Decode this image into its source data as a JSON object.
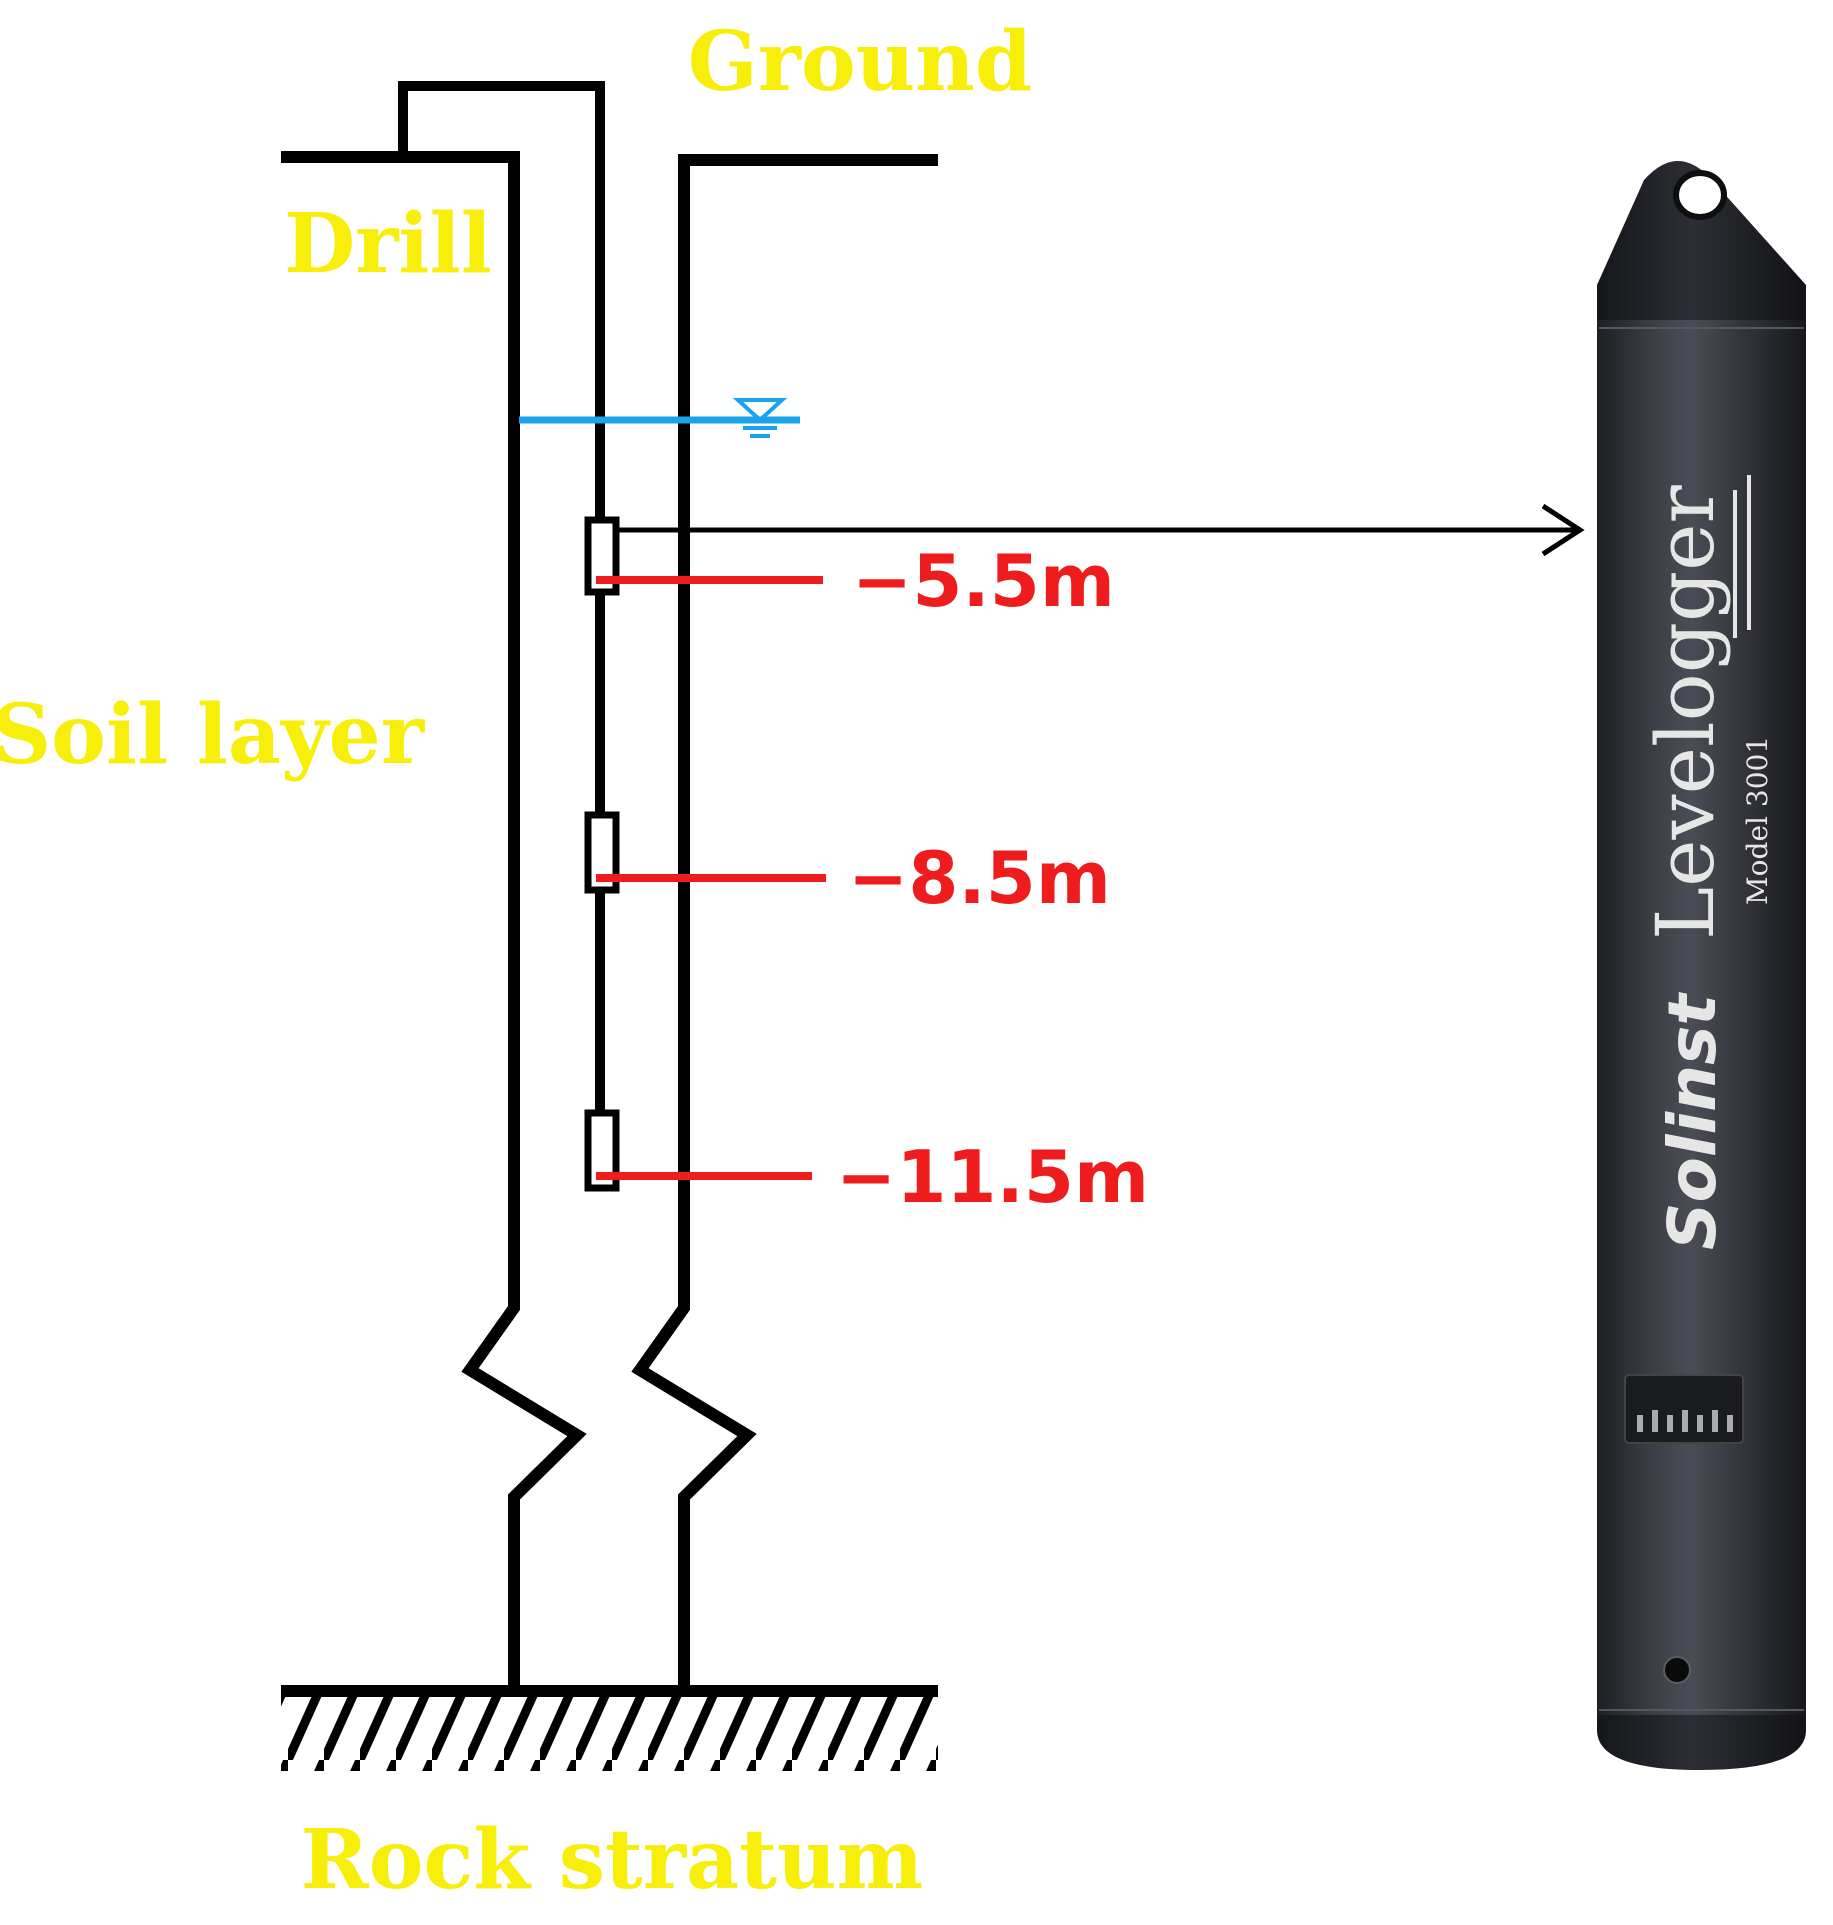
{
  "labels": {
    "ground": "Ground",
    "drill": "Drill",
    "soil_layer": "Soil layer",
    "rock_stratum": "Rock stratum"
  },
  "depths": [
    "−5.5m",
    "−8.5m",
    "−11.5m"
  ],
  "device": {
    "brand": "Solinst",
    "name": "Levelogger",
    "model": "Model 3001"
  },
  "colors": {
    "label_yellow": "#f7ef0a",
    "depth_red": "#ee1c1c",
    "water_blue": "#1aa3e8",
    "device_body": "#2c2e33"
  }
}
